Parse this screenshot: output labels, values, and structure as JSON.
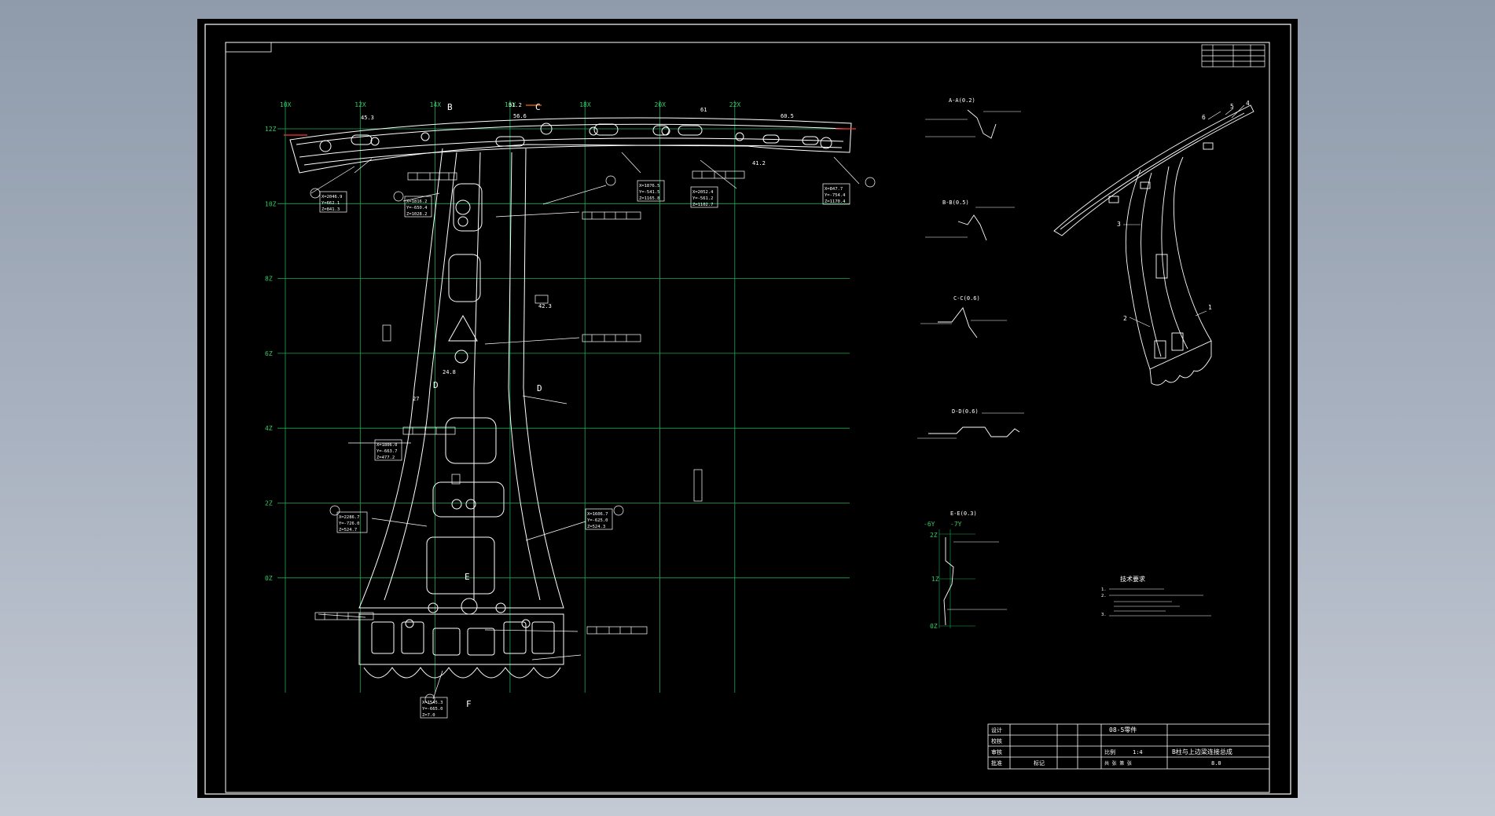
{
  "colors": {
    "background": "#9aa5b4",
    "sheet": "#000000",
    "line": "#ffffff",
    "grid": "#1faa55",
    "grid_label": "#33cc66",
    "accent": "#ff3333",
    "datum_accent": "#ff6600"
  },
  "grid": {
    "x_labels": [
      "10X",
      "12X",
      "14X",
      "16X",
      "18X",
      "20X",
      "22X"
    ],
    "z_labels": [
      "12Z",
      "10Z",
      "8Z",
      "6Z",
      "4Z",
      "2Z",
      "0Z"
    ]
  },
  "main_view": {
    "datum_labels": [
      "B",
      "C",
      "D",
      "D",
      "E",
      "F"
    ],
    "coord_boxes": [
      [
        "X=2046.9",
        "Y=662.1",
        "Z=841.3"
      ],
      [
        "X=1876.5",
        "Y=-541.5",
        "Z=1165.8"
      ],
      [
        "X=2052.4",
        "Y=-561.2",
        "Z=1102.7"
      ],
      [
        "X=847.7",
        "Y=-754.4",
        "Z=1170.4"
      ],
      [
        "X=1816.2",
        "Y=-650.4",
        "Z=1028.2"
      ],
      [
        "X=1806.0",
        "Y=-663.7",
        "Z=477.2"
      ],
      [
        "X=2286.7",
        "Y=-726.0",
        "Z=524.7"
      ],
      [
        "X=1606.7",
        "Y=-625.0",
        "Z=524.3"
      ],
      [
        "X=1545.3",
        "Y=-665.0",
        "Z=7.0"
      ]
    ],
    "dims": [
      "31.2",
      "56.6",
      "24.8",
      "27",
      "42.3",
      "61",
      "41.2",
      "60.5",
      "45.3"
    ]
  },
  "sections": [
    {
      "title": "A-A(0.2)"
    },
    {
      "title": "B-B(0.5)"
    },
    {
      "title": "C-C(0.6)"
    },
    {
      "title": "D-D(0.6)"
    },
    {
      "title": "E-E(0.3)"
    }
  ],
  "section_e": {
    "y_labels": [
      "-6Y",
      "-7Y"
    ],
    "z_labels": [
      "2Z",
      "1Z",
      "0Z"
    ]
  },
  "iso_view": {
    "callouts": [
      "1",
      "2",
      "3",
      "4",
      "5",
      "6"
    ]
  },
  "tech_req": {
    "title": "技术要求",
    "lines": [
      "1.",
      "2.",
      "",
      "",
      "",
      "3."
    ]
  },
  "title_block": {
    "material": "08-5零件",
    "scale_label": "比例",
    "scale": "1:4",
    "drawing_name": "B柱与上边梁连接总成",
    "rows": [
      "设计",
      "校核",
      "审核",
      "批准"
    ],
    "rev_label": "标记",
    "sheets": "共 张  第 张",
    "number": "8.0"
  }
}
